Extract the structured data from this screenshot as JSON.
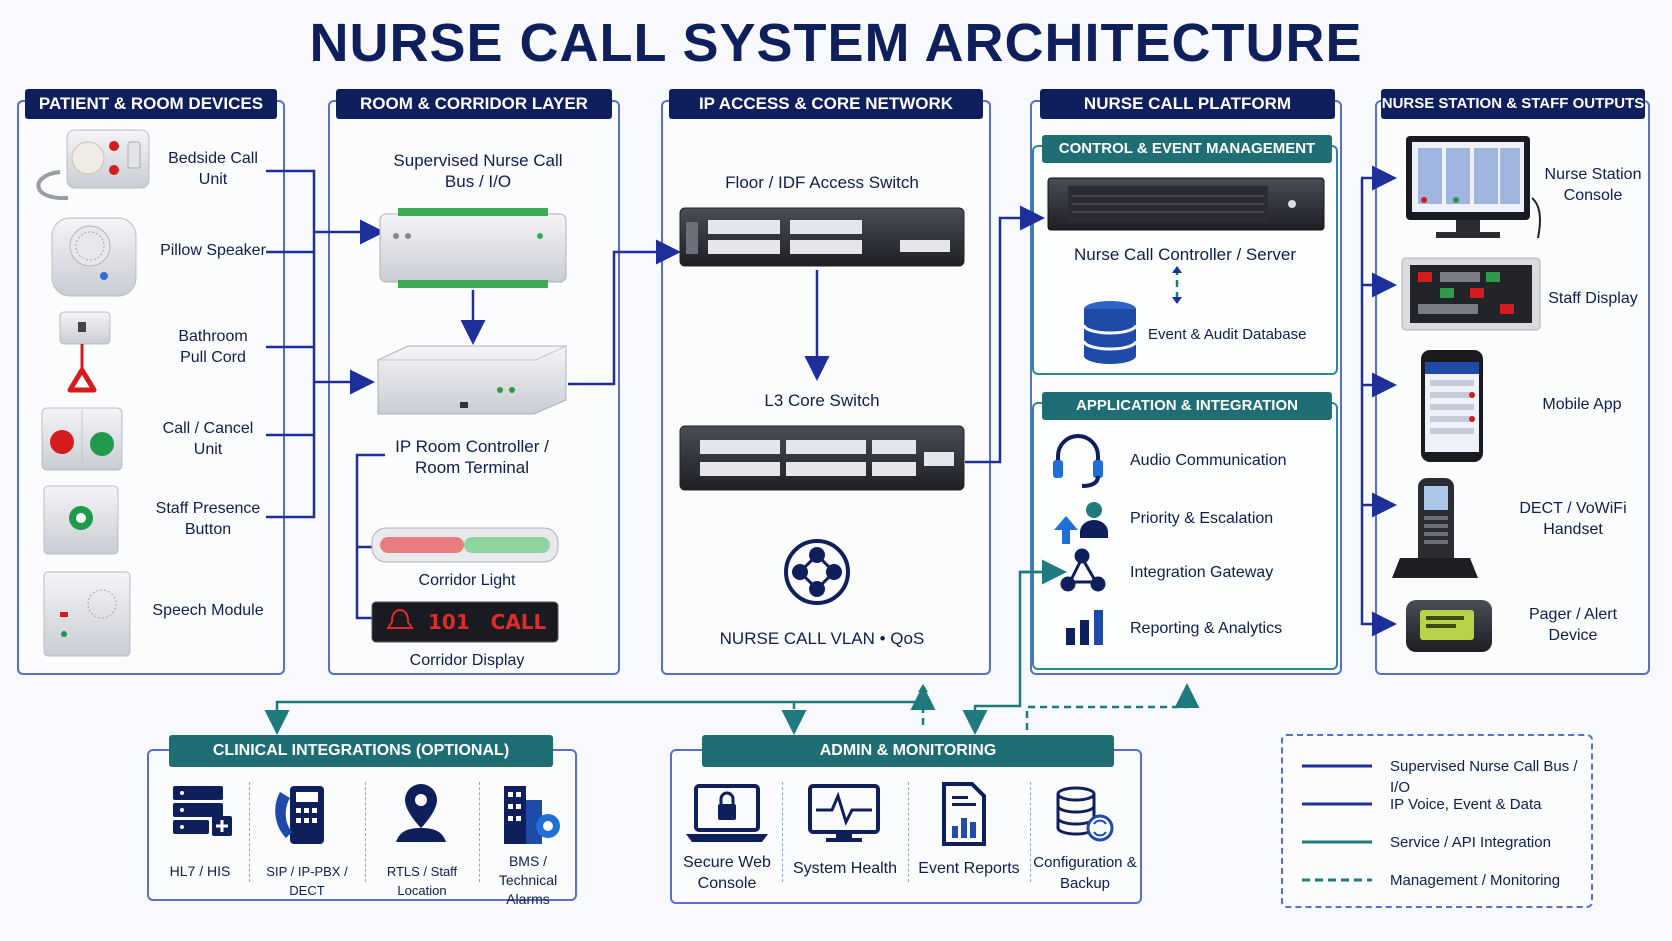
{
  "title": "NURSE CALL SYSTEM ARCHITECTURE",
  "colors": {
    "navy": "#0f1f5c",
    "teal": "#1f6e73",
    "blue": "#1e2f9a",
    "accent_red": "#d41c1c"
  },
  "patient_devices": {
    "header": "PATIENT & ROOM DEVICES",
    "items": [
      {
        "label": "Bedside Call\nUnit",
        "icon": "bedside-call-unit-icon"
      },
      {
        "label": "Pillow Speaker",
        "icon": "pillow-speaker-icon"
      },
      {
        "label": "Bathroom\nPull Cord",
        "icon": "pull-cord-icon"
      },
      {
        "label": "Call / Cancel\nUnit",
        "icon": "call-cancel-unit-icon"
      },
      {
        "label": "Staff Presence\nButton",
        "icon": "staff-presence-button-icon"
      },
      {
        "label": "Speech Module",
        "icon": "speech-module-icon"
      }
    ]
  },
  "room_corridor": {
    "header": "ROOM & CORRIDOR LAYER",
    "bus_label": "Supervised Nurse Call\nBus / I/O",
    "controller_label": "IP Room Controller /\nRoom Terminal",
    "corridor_light_label": "Corridor Light",
    "corridor_display_label": "Corridor Display",
    "display_text": "101   CALL"
  },
  "network": {
    "header": "IP ACCESS & CORE NETWORK",
    "access_switch_label": "Floor / IDF Access Switch",
    "core_switch_label": "L3 Core Switch",
    "vlan_label": "NURSE CALL VLAN • QoS"
  },
  "platform": {
    "header": "NURSE CALL PLATFORM",
    "control_header": "CONTROL & EVENT MANAGEMENT",
    "server_label": "Nurse Call Controller / Server",
    "database_label": "Event & Audit Database",
    "app_header": "APPLICATION & INTEGRATION",
    "app_items": [
      {
        "label": "Audio Communication",
        "icon": "headset-icon"
      },
      {
        "label": "Priority & Escalation",
        "icon": "priority-icon"
      },
      {
        "label": "Integration Gateway",
        "icon": "gateway-icon"
      },
      {
        "label": "Reporting & Analytics",
        "icon": "bar-chart-icon"
      }
    ]
  },
  "outputs": {
    "header": "NURSE STATION & STAFF OUTPUTS",
    "items": [
      {
        "label": "Nurse Station\nConsole",
        "icon": "monitor-icon"
      },
      {
        "label": "Staff Display",
        "icon": "staff-display-icon"
      },
      {
        "label": "Mobile App",
        "icon": "smartphone-icon"
      },
      {
        "label": "DECT / VoWiFi\nHandset",
        "icon": "dect-handset-icon"
      },
      {
        "label": "Pager / Alert\nDevice",
        "icon": "pager-icon"
      }
    ]
  },
  "clinical": {
    "header": "CLINICAL INTEGRATIONS (OPTIONAL)",
    "items": [
      {
        "label": "HL7 / HIS",
        "icon": "server-rack-icon"
      },
      {
        "label": "SIP / IP-PBX / DECT",
        "icon": "desk-phone-icon"
      },
      {
        "label": "RTLS / Staff Location",
        "icon": "location-pin-icon"
      },
      {
        "label": "BMS /\nTechnical Alarms",
        "icon": "building-gear-icon"
      }
    ]
  },
  "admin": {
    "header": "ADMIN & MONITORING",
    "items": [
      {
        "label": "Secure Web\nConsole",
        "icon": "laptop-lock-icon"
      },
      {
        "label": "System Health",
        "icon": "heartbeat-monitor-icon"
      },
      {
        "label": "Event Reports",
        "icon": "report-document-icon"
      },
      {
        "label": "Configuration &\nBackup",
        "icon": "database-sync-icon"
      }
    ]
  },
  "legend": {
    "items": [
      {
        "label": "Supervised Nurse Call Bus / I/O",
        "style": "solid",
        "color": "#1e2f9a"
      },
      {
        "label": "IP Voice, Event & Data",
        "style": "solid",
        "color": "#1e2f9a"
      },
      {
        "label": "Service / API Integration",
        "style": "solid",
        "color": "#1f7a7e"
      },
      {
        "label": "Management / Monitoring",
        "style": "dashed",
        "color": "#1f7a7e"
      }
    ]
  }
}
